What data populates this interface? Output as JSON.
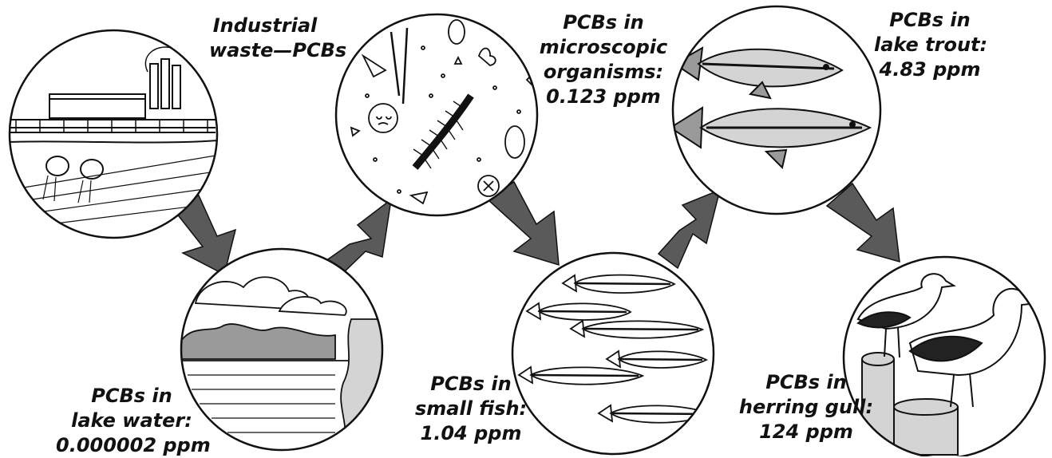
{
  "stages": [
    {
      "id": "industrial-waste",
      "lines": [
        "Industrial",
        "waste—PCBs"
      ]
    },
    {
      "id": "lake-water",
      "lines": [
        "PCBs in",
        "lake water:",
        "0.000002 ppm"
      ]
    },
    {
      "id": "microscopic-organisms",
      "lines": [
        "PCBs in",
        "microscopic",
        "organisms:",
        "0.123 ppm"
      ]
    },
    {
      "id": "small-fish",
      "lines": [
        "PCBs in",
        "small fish:",
        "1.04 ppm"
      ]
    },
    {
      "id": "lake-trout",
      "lines": [
        "PCBs in",
        "lake trout:",
        "4.83 ppm"
      ]
    },
    {
      "id": "herring-gull",
      "lines": [
        "PCBs in",
        "herring gull:",
        "124 ppm"
      ]
    }
  ],
  "colors": {
    "ink": "#111111",
    "arrow": "#5a5a5a",
    "shade": "#9a9a9a",
    "light": "#d4d4d4"
  }
}
